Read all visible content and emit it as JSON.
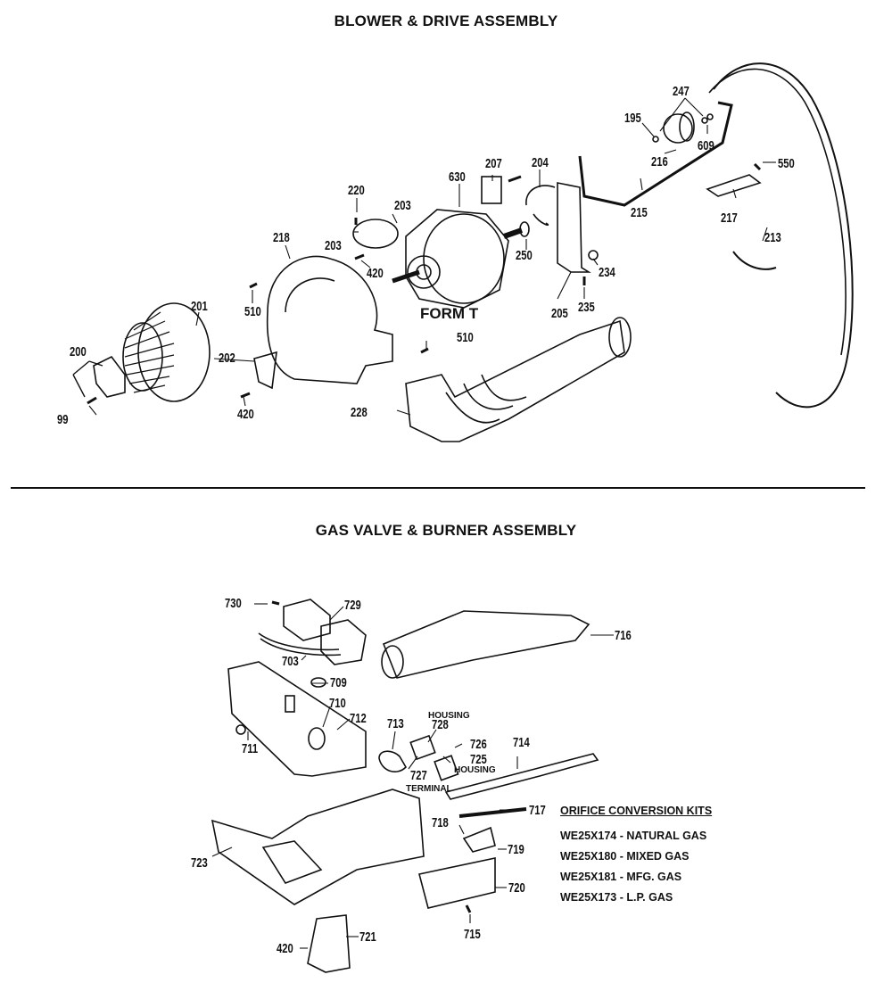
{
  "sections": {
    "blower": {
      "title": "BLOWER & DRIVE ASSEMBLY",
      "variant_label": "FORM T",
      "part_labels": [
        "247",
        "195",
        "609",
        "216",
        "550",
        "207",
        "204",
        "215",
        "217",
        "630",
        "220",
        "203",
        "203",
        "213",
        "218",
        "250",
        "420",
        "234",
        "510",
        "235",
        "205",
        "201",
        "510",
        "200",
        "202",
        "228",
        "99",
        "420"
      ]
    },
    "gas": {
      "title": "GAS VALVE & BURNER ASSEMBLY",
      "part_labels": [
        "730",
        "729",
        "716",
        "703",
        "709",
        "710",
        "712",
        "711",
        "713",
        "728",
        "726",
        "714",
        "725",
        "727",
        "717",
        "718",
        "719",
        "723",
        "720",
        "715",
        "721",
        "420"
      ],
      "text_labels": {
        "housing_top": "HOUSING",
        "housing_side": "HOUSING",
        "terminal": "TERMINAL"
      },
      "orifice_kits": {
        "title": "ORIFICE CONVERSION KITS",
        "items": [
          {
            "part": "WE25X174",
            "desc": "NATURAL GAS"
          },
          {
            "part": "WE25X180",
            "desc": "MIXED GAS"
          },
          {
            "part": "WE25X181",
            "desc": "MFG. GAS"
          },
          {
            "part": "WE25X173",
            "desc": "L.P. GAS"
          }
        ]
      }
    }
  }
}
